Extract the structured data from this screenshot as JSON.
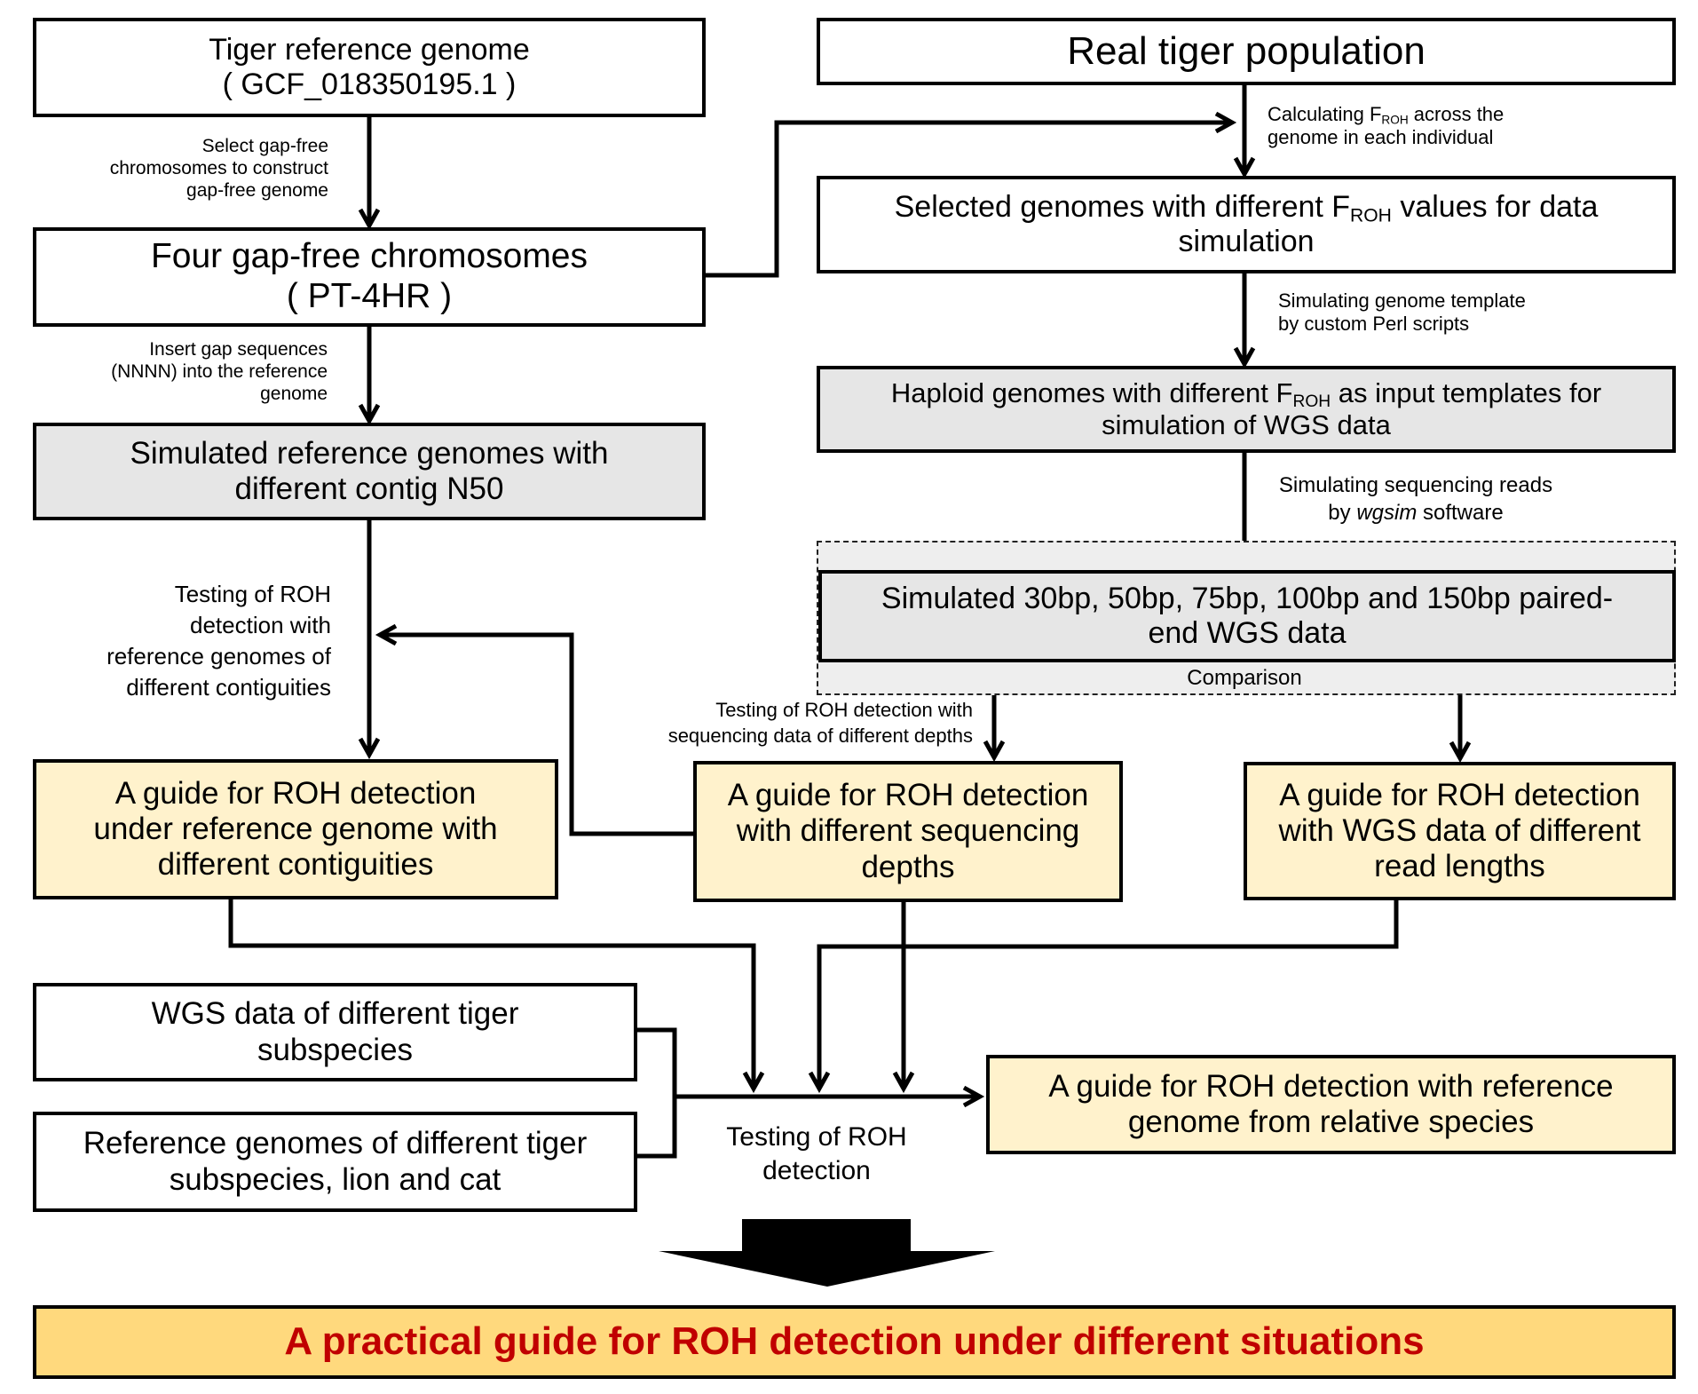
{
  "figure": {
    "type": "flowchart",
    "title": "Workflow for ROH detection guide construction"
  },
  "boxes": {
    "tiger_reference": {
      "line1": "Tiger reference genome",
      "line2": "( GCF_018350195.1 )"
    },
    "four_chromosomes": {
      "line1": "Four gap-free chromosomes",
      "line2": "( PT-4HR )"
    },
    "simulated_reference": {
      "text": "Simulated reference genomes with different contig N50"
    },
    "real_population": {
      "text": "Real tiger population"
    },
    "selected_genomes": {
      "pre": "Selected genomes with different F",
      "sub": "ROH",
      "post": " values for data simulation"
    },
    "haploid_genomes": {
      "pre": "Haploid genomes with different F",
      "sub": "ROH",
      "post": " as input templates for simulation of WGS data"
    },
    "simulated_wgs": {
      "text": "Simulated 30bp, 50bp, 75bp, 100bp and 150bp paired-end WGS data"
    },
    "comparison": {
      "text": "Comparison"
    },
    "guide_contiguity": {
      "text": "A guide for ROH detection under reference genome with different contiguities"
    },
    "guide_depth": {
      "text": "A guide for ROH detection with different sequencing depths"
    },
    "guide_read_length": {
      "text": "A guide for ROH detection with WGS data of different read lengths"
    },
    "wgs_subspecies": {
      "text": "WGS data of different tiger subspecies"
    },
    "reference_subspecies": {
      "text": "Reference genomes of different tiger subspecies, lion and cat"
    },
    "guide_relative": {
      "text": "A guide for ROH detection with reference genome from relative species"
    },
    "final": {
      "text": "A practical guide for ROH detection under different situations"
    }
  },
  "labels": {
    "select_gap_free": [
      "Select gap-free",
      "chromosomes to construct",
      "gap-free genome"
    ],
    "insert_gap": [
      "Insert gap sequences",
      "(NNNN) into the reference",
      "genome"
    ],
    "testing_contiguity": [
      "Testing of ROH",
      "detection with",
      "reference genomes of",
      "different contiguities"
    ],
    "calculating_froh": {
      "pre": "Calculating F",
      "sub": "ROH",
      "post": " across the",
      "line2": "genome in each individual"
    },
    "simulating_template": [
      "Simulating genome template",
      "by custom Perl scripts"
    ],
    "simulating_reads": {
      "line1": "Simulating sequencing reads",
      "pre": "by ",
      "italic": "wgsim",
      "post": " software"
    },
    "testing_depth": [
      "Testing of ROH detection with",
      "sequencing data of different depths"
    ],
    "testing_detection": [
      "Testing of ROH",
      "detection"
    ]
  },
  "colors": {
    "white_box": "#ffffff",
    "gray_box": "#e6e6e6",
    "guide_box": "#fff2cc",
    "final_box": "#ffd97d",
    "final_text": "#c00000",
    "dashed_group": "#eeeeee"
  }
}
